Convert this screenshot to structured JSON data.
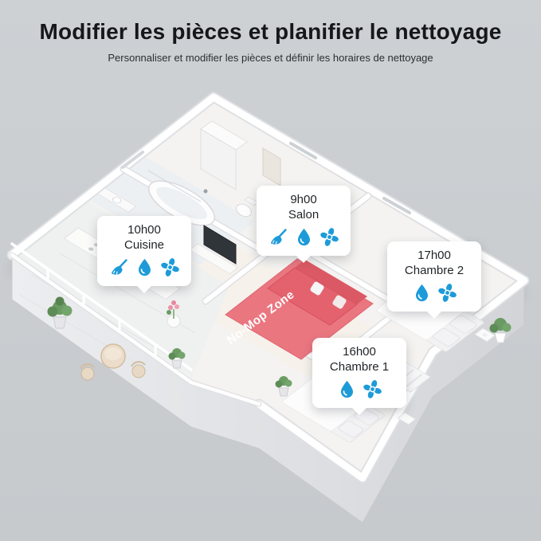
{
  "header": {
    "title": "Modifier les pièces et planifier le nettoyage",
    "subtitle": "Personnaliser et modifier les pièces et définir les horaires de nettoyage"
  },
  "floorplan": {
    "no_mop_zone_label": "No-Mop Zone",
    "cards": [
      {
        "id": "cuisine",
        "time": "10h00",
        "room": "Cuisine",
        "icons": [
          "broom-icon",
          "water-drop-icon",
          "fan-icon"
        ]
      },
      {
        "id": "salon",
        "time": "9h00",
        "room": "Salon",
        "icons": [
          "broom-icon",
          "water-drop-icon",
          "fan-icon"
        ]
      },
      {
        "id": "chambre2",
        "time": "17h00",
        "room": "Chambre 2",
        "icons": [
          "water-drop-icon",
          "fan-icon"
        ]
      },
      {
        "id": "chambre1",
        "time": "16h00",
        "room": "Chambre 1",
        "icons": [
          "water-drop-icon",
          "fan-icon"
        ]
      }
    ]
  },
  "colors": {
    "background": "#c9cdd1",
    "card_background": "#ffffff",
    "icon_blue": "#1d9bd8",
    "sofa_red": "#e8707a",
    "title_text": "#15171a"
  }
}
